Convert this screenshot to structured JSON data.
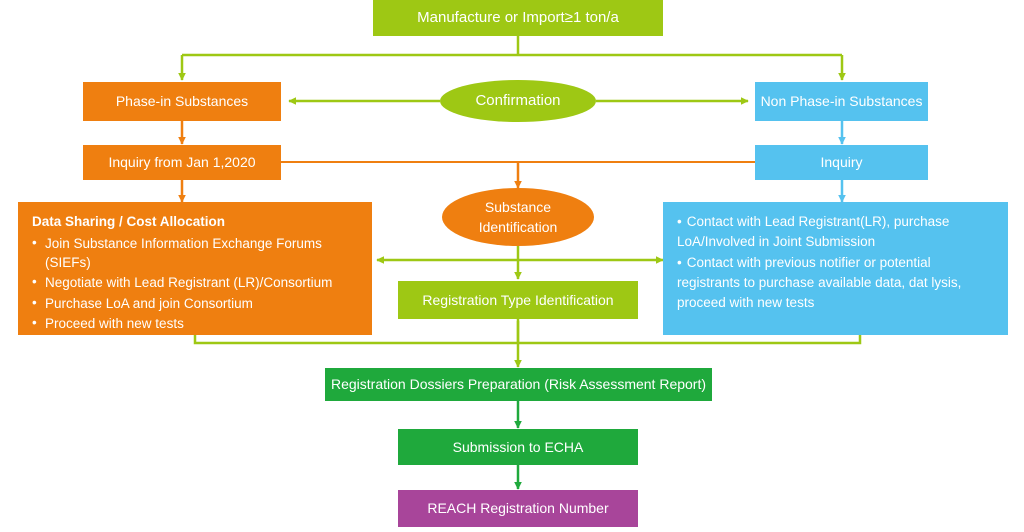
{
  "diagram": {
    "title": "REACH Registration Process Flowchart",
    "colors": {
      "lime": "#9ec814",
      "orange": "#ef7f10",
      "blue": "#55c2ef",
      "green": "#1fa93c",
      "purple": "#a8459a",
      "background": "#ffffff"
    },
    "nodes": {
      "manufacture": {
        "label": "Manufacture or Import≥1 ton/a"
      },
      "confirmation": {
        "label": "Confirmation"
      },
      "phase_in": {
        "label": "Phase-in Substances"
      },
      "non_phase_in": {
        "label": "Non Phase-in Substances"
      },
      "inquiry_jan": {
        "label": "Inquiry from Jan 1,2020"
      },
      "inquiry": {
        "label": "Inquiry"
      },
      "substance_identification": {
        "line1": "Substance",
        "line2": "Identification"
      },
      "data_sharing": {
        "heading": "Data Sharing / Cost Allocation",
        "bullets": [
          "Join Substance Information Exchange Forums (SIEFs)",
          "Negotiate with Lead Registrant (LR)/Consortium",
          "Purchase LoA and join Consortium",
          "Proceed with new tests"
        ]
      },
      "lead_registrant": {
        "bullets": [
          "Contact with Lead Registrant(LR), purchase LoA/Involved in Joint Submission",
          "Contact with previous notifier or potential registrants to purchase available data, dat lysis, proceed with new tests"
        ]
      },
      "registration_type": {
        "label": "Registration Type Identification"
      },
      "dossiers": {
        "label": "Registration Dossiers Preparation (Risk Assessment Report)"
      },
      "submission": {
        "label": "Submission to ECHA"
      },
      "reach_number": {
        "label": "REACH Registration Number"
      }
    }
  }
}
